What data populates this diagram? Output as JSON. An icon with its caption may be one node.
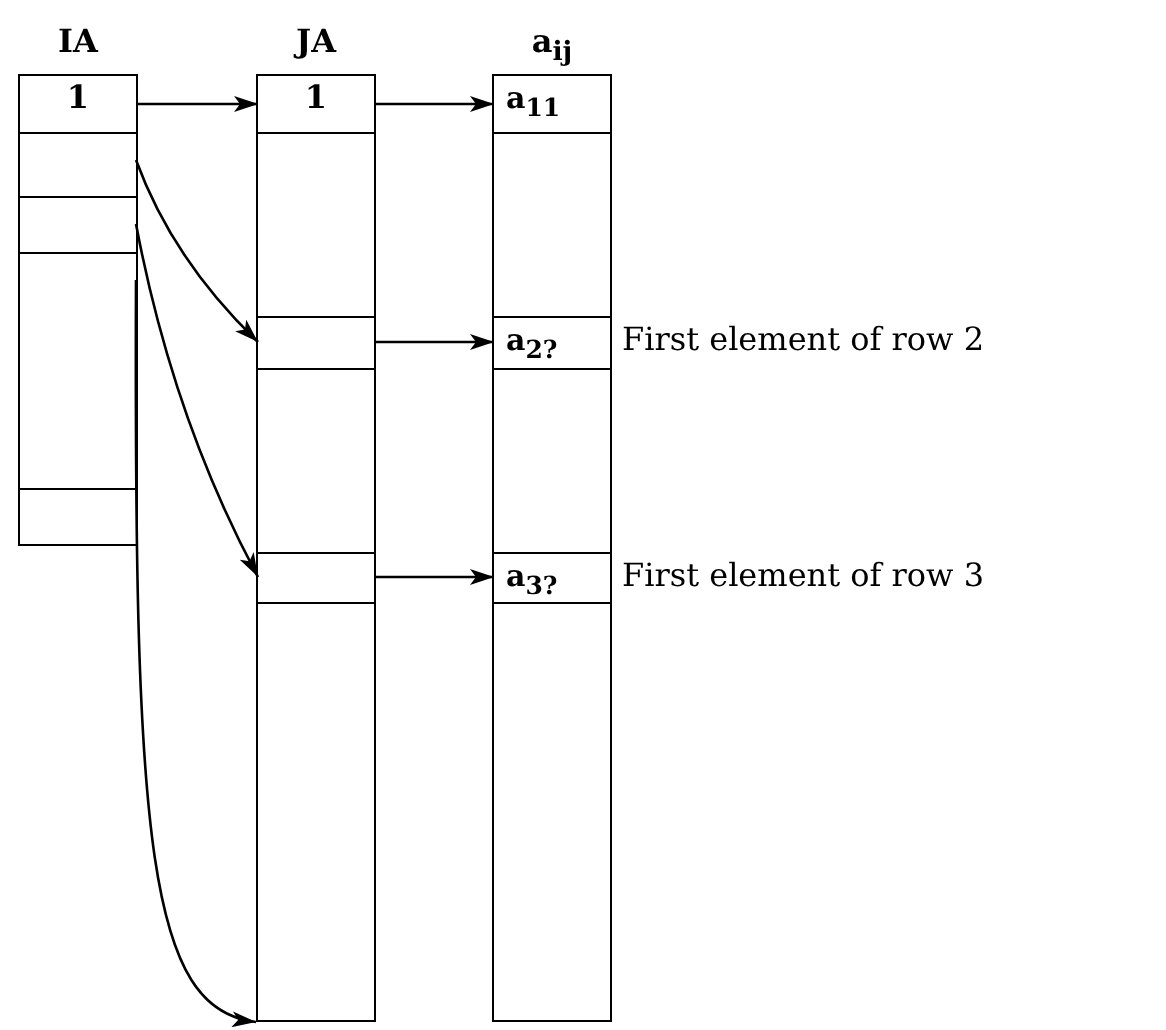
{
  "diagram": {
    "nodes": [
      {
        "text": [
          "IA"
        ]
      },
      {
        "text": [
          "1"
        ],
        "in": 0
      },
      {
        "text": [],
        "shape": "box",
        "in": 0
      },
      {
        "text": [],
        "shape": "box",
        "in": 0
      },
      {
        "text": [],
        "shape": "box",
        "in": 0
      },
      {
        "text": [],
        "shape": "box",
        "in": 0
      },
      {
        "text": [
          "JA"
        ]
      },
      {
        "text": [
          "1"
        ],
        "in": 6
      },
      {
        "text": [],
        "shape": "box",
        "in": 6
      },
      {
        "text": [],
        "shape": "box",
        "in": 6
      },
      {
        "text": [],
        "shape": "box",
        "in": 6
      },
      {
        "text": [],
        "shape": "box",
        "in": 6
      },
      {
        "text": [],
        "shape": "box",
        "in": 6
      },
      {
        "text": [
          "a$_{ij}$"
        ]
      },
      {
        "text": [
          "a$_{11}$"
        ],
        "in": 13
      },
      {
        "text": [],
        "shape": "box",
        "in": 13
      },
      {
        "text": [
          "a$_{2?}$"
        ],
        "in": 13,
        "beside": [
          "First element of row 2"
        ]
      },
      {
        "text": [],
        "shape": "box",
        "in": 13
      },
      {
        "text": [
          "a$_{3?}$"
        ],
        "in": 13,
        "beside": [
          "First element of row 3"
        ]
      },
      {
        "text": [],
        "shape": "box",
        "in": 13
      }
    ],
    "edges": [
      {
        "from": 1,
        "to": 7,
        "arrow": "to"
      },
      {
        "from": 7,
        "to": 14,
        "arrow": "to"
      },
      {
        "from": 2,
        "to": 9,
        "arrow": "to"
      },
      {
        "from": 9,
        "to": 16,
        "arrow": "to"
      },
      {
        "from": 3,
        "to": 11,
        "arrow": "to"
      },
      {
        "from": 11,
        "to": 18,
        "arrow": "to"
      },
      {
        "from": 4,
        "to": 6,
        "arrow": "to"
      }
    ]
  }
}
